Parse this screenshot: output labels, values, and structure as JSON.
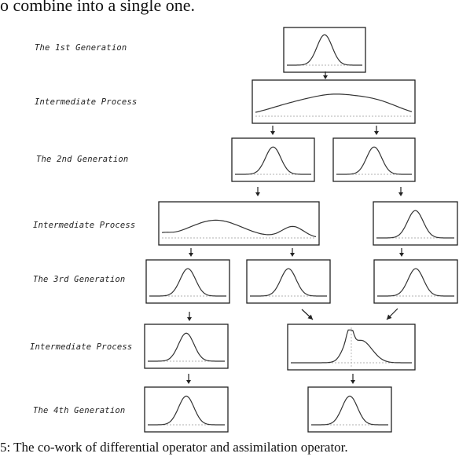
{
  "header_text": "o combine into a single one.",
  "rows": [
    {
      "label": "The 1st Generation"
    },
    {
      "label": "Intermediate Process"
    },
    {
      "label": "The 2nd Generation"
    },
    {
      "label": "Intermediate Process"
    },
    {
      "label": "The 3rd Generation"
    },
    {
      "label": "Intermediate Process"
    },
    {
      "label": "The 4th Generation"
    }
  ],
  "caption": "5: The co-work of differential operator and assimilation operator."
}
